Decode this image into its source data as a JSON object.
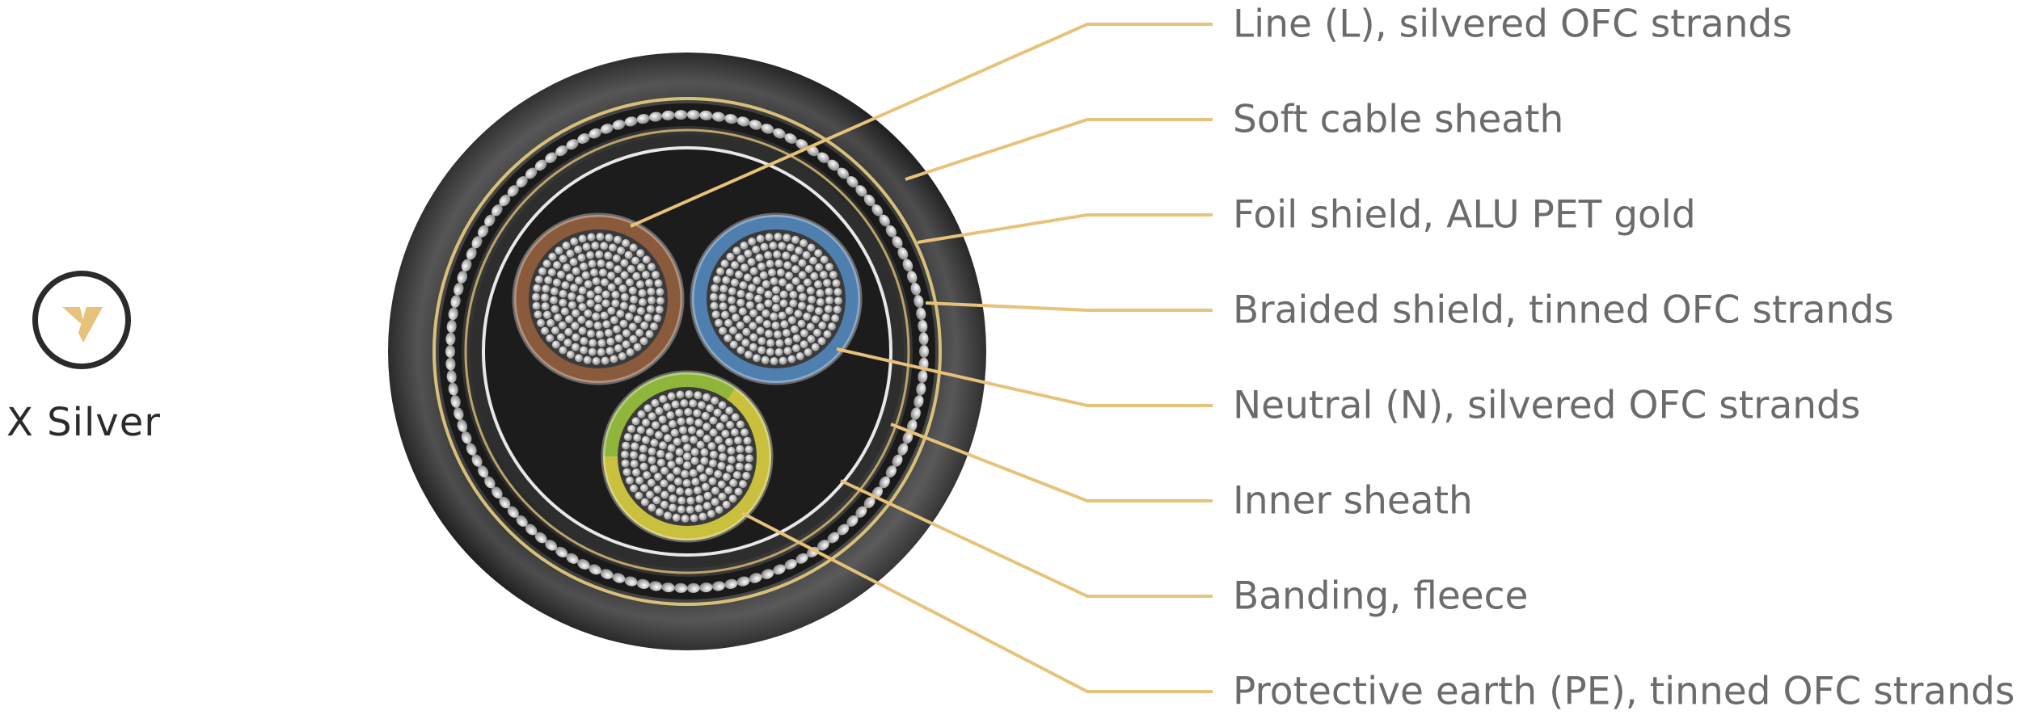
{
  "brand": {
    "name": "X Silver",
    "accent_color": "#e6c27a",
    "icon": "v-logo-icon"
  },
  "diagram": {
    "subject": "cable-cross-section",
    "callouts": [
      {
        "id": "line",
        "label": "Line (L), silvered OFC strands",
        "color": "#e6c27a"
      },
      {
        "id": "soft-sheath",
        "label": "Soft cable sheath",
        "color": "#e6c27a"
      },
      {
        "id": "foil-shield",
        "label": "Foil shield, ALU PET gold",
        "color": "#e6c27a"
      },
      {
        "id": "braided-shield",
        "label": "Braided shield, tinned OFC strands",
        "color": "#e6c27a"
      },
      {
        "id": "neutral",
        "label": "Neutral (N), silvered OFC strands",
        "color": "#e6c27a"
      },
      {
        "id": "inner-sheath",
        "label": "Inner sheath",
        "color": "#e6c27a"
      },
      {
        "id": "banding",
        "label": "Banding, fleece",
        "color": "#e6c27a"
      },
      {
        "id": "earth",
        "label": "Protective earth (PE), tinned OFC strands",
        "color": "#e6c27a"
      }
    ],
    "conductors": [
      {
        "id": "line",
        "insulation": "brown",
        "color": "#8a5a3c"
      },
      {
        "id": "neutral",
        "insulation": "blue",
        "color": "#4f7fae"
      },
      {
        "id": "earth",
        "insulation": "green-yellow",
        "color": "#8fb63a"
      }
    ]
  }
}
